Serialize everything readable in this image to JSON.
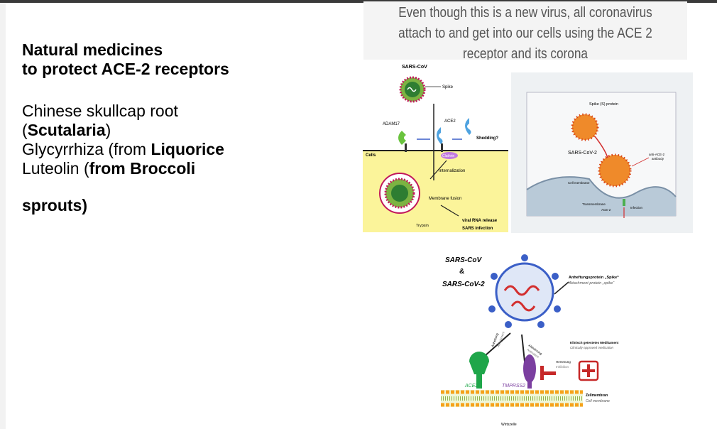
{
  "slide": {
    "heading_line1": "Natural medicines",
    "heading_line2": "to protect ACE-2 receptors",
    "items": [
      {
        "plain": "Chinese skullcap root",
        "bold": ""
      },
      {
        "plain": "(",
        "bold": "Scutalaria",
        "after": ")"
      },
      {
        "plain": "Glycyrrhiza (from ",
        "bold": "Liquorice"
      },
      {
        "plain": "Luteolin (",
        "bold": "from Broccoli"
      }
    ],
    "sprouts": "sprouts)",
    "caption": "Even though this is a new virus, all coronavirus attach to and get into our cells using the ACE 2 receptor and its corona"
  },
  "diagram1": {
    "sars": "SARS-CoV",
    "spike": "Spike",
    "adam17": "ADAM17",
    "ace2": "ACE2",
    "shedding": "Shedding?",
    "cells": "Cells",
    "clathrin": "Clathrin",
    "internalization": "Internalization",
    "fusion": "Membrane fusion",
    "trypsin": "Trypsin",
    "rna": "viral RNA release",
    "infection": "SARS infection"
  },
  "diagram2": {
    "spike_protein": "Spike (S) protein",
    "virus": "SARS-CoV-2",
    "antibody1": "anti-ACE-2",
    "antibody2": "antibody",
    "membrane": "Cell membrane",
    "trans1": "Transmembrane",
    "trans2": "ACE-2",
    "infection": "Infection"
  },
  "diagram3": {
    "title1": "SARS-CoV",
    "title2": "&",
    "title3": "SARS-CoV-2",
    "attach_de": "Anheftungsprotein „Spike“",
    "attach_en": "Attachment protein „spike“",
    "anh_de": "Anheftung",
    "anh_en": "Attachment",
    "akt_de": "Aktivierung",
    "akt_en": "Activation",
    "med_de": "Klinisch getestetes Medikament",
    "med_en": "Clinically-approved medication",
    "hemm_de": "Hemmung",
    "hemm_en": "Inhibition",
    "ace2": "ACE2",
    "tmprss2": "TMPRSS2",
    "mem_de": "Zellmembran",
    "mem_en": "Cell membrane",
    "host": "Wirtszelle"
  }
}
